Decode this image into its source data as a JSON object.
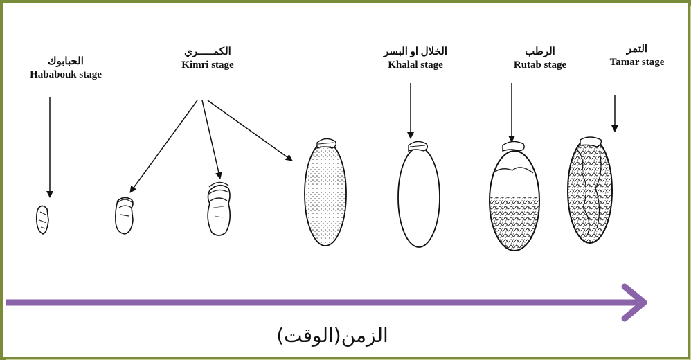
{
  "stages": [
    {
      "id": "hababouk",
      "arabic": "الحبابوك",
      "english": "Hababouk stage"
    },
    {
      "id": "kimri",
      "arabic": "الكمـــــري",
      "english": "Kimri stage"
    },
    {
      "id": "khalal",
      "arabic": "الخلال او البسر",
      "english": "Khalal stage"
    },
    {
      "id": "rutab",
      "arabic": "الرطب",
      "english": "Rutab stage"
    },
    {
      "id": "tamar",
      "arabic": "التمر",
      "english": "Tamar stage"
    }
  ],
  "time_axis": {
    "label": "الزمن(الوقت)"
  },
  "colors": {
    "frame": "#7a8c3a",
    "axis_arrow": "#8a63a8",
    "ink": "#111111"
  }
}
